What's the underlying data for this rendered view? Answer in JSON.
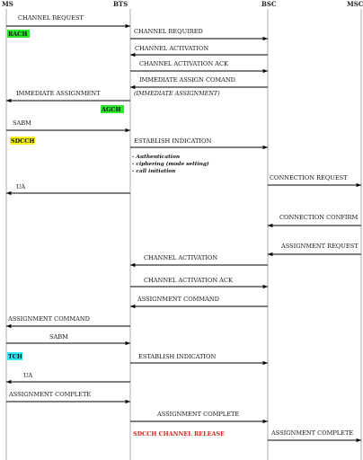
{
  "nodes": {
    "ms": "MS",
    "bts": "BTS",
    "bsc": "BSC",
    "msc": "MSC"
  },
  "messages": {
    "channel_request": "CHANNEL REQUEST",
    "channel_required": "CHANNEL REQUIRED",
    "channel_activation_1": "CHANNEL ACTIVATION",
    "channel_activation_ack_1": "CHANNEL ACTIVATION ACK",
    "immediate_assign_comand": "IMMEDIATE ASSIGN COMAND",
    "immediate_assignment_ms": "IMMEDIATE ASSIGNMENT",
    "immediate_assignment_italic": "(IMMEDIATE ASSIGNMENT)",
    "sabm_1": "SABM",
    "establish_indication_1": "ESTABLISH INDICATION",
    "connection_request": "CONNECTION REQUEST",
    "ua_1": "UA",
    "connection_confirm": "CONNECTION CONFIRM",
    "assignment_request": "ASSIGNMENT REQUEST",
    "channel_activation_2": "CHANNEL ACTIVATION",
    "channel_activation_ack_2": "CHANNEL ACTIVATION ACK",
    "assignment_command_bsc": "ASSIGNMENT COMMAND",
    "assignment_command_ms": "ASSIGNMENT COMMAND",
    "sabm_2": "SABM",
    "establish_indication_2": "ESTABLISH INDICATION",
    "ua_2": "UA",
    "assignment_complete_ms": "ASSIGNMENT COMPLETE",
    "assignment_complete_bts": "ASSIGNMENT COMPLETE",
    "assignment_complete_bsc": "ASSIGNMENT COMPLETE"
  },
  "notes": {
    "authentication": "- Authentication",
    "ciphering": "- ciphering (mode setting)",
    "call_initiation": "- call initiation"
  },
  "badges": {
    "rach": {
      "text": "RACH",
      "color": "#2ee82e"
    },
    "agch": {
      "text": "AGCH",
      "color": "#2ee82e"
    },
    "sdcch": {
      "text": "SDCCH",
      "color": "#f7f01e"
    },
    "tch": {
      "text": "TCH",
      "color": "#33e9f2"
    }
  },
  "release": {
    "text": "SDCCH CHANNEL RELEASE",
    "color": "#e0201b"
  }
}
